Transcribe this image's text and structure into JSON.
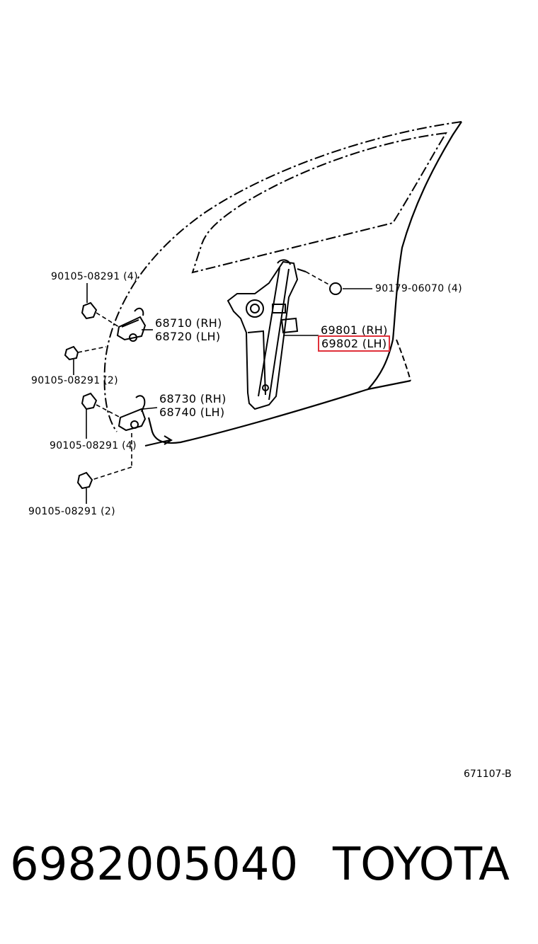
{
  "callouts": {
    "bolt_top_left": "90105-08291 (4)",
    "bolt_mid_left": "90105-08291 (2)",
    "bolt_lower_left": "90105-08291 (4)",
    "bolt_bottom_left": "90105-08291 (2)",
    "nut_right": "90179-06070 (4)",
    "hinge_upper_rh": "68710 (RH)",
    "hinge_upper_lh": "68720 (LH)",
    "hinge_lower_rh": "68730 (RH)",
    "hinge_lower_lh": "68740 (LH)",
    "regulator_rh": "69801 (RH)",
    "regulator_lh": "69802 (LH)"
  },
  "diagram_ref": "671107-B",
  "footer": {
    "part_number": "6982005040",
    "brand": "TOYOTA"
  },
  "highlight_color": "#e0303a"
}
